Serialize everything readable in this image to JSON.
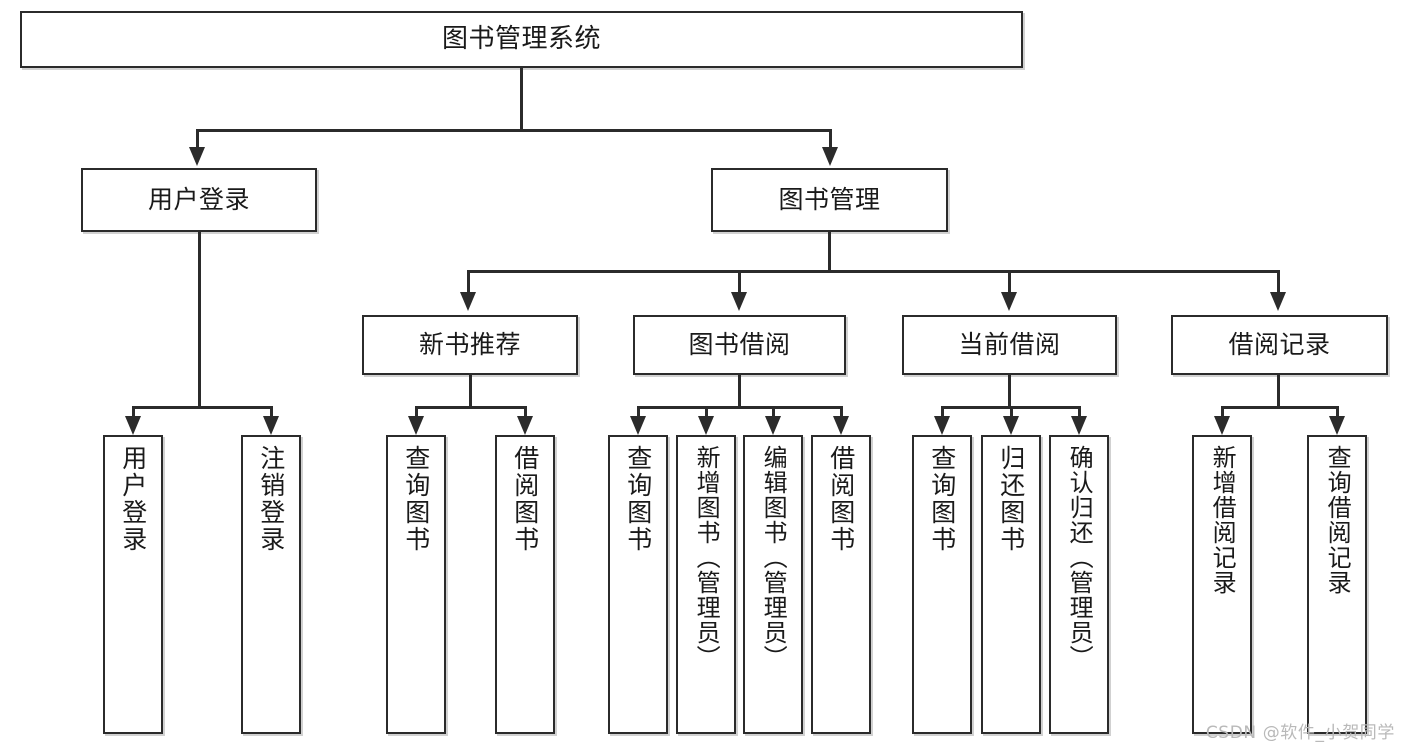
{
  "diagram": {
    "title": "图书管理系统",
    "type": "tree-hierarchy-chart",
    "watermark": "CSDN @软件_小贺同学",
    "colors": {
      "stroke": "#2b2b2b",
      "fill": "#ffffff",
      "text": "#1a1a1a",
      "watermark": "#b9b9b9"
    },
    "levels": {
      "root": {
        "label": "图书管理系统"
      },
      "level2": [
        {
          "id": "user-login",
          "label": "用户登录"
        },
        {
          "id": "book-manage",
          "label": "图书管理"
        }
      ],
      "level3": [
        {
          "id": "new-book-rec",
          "label": "新书推荐",
          "parent": "book-manage"
        },
        {
          "id": "book-borrow",
          "label": "图书借阅",
          "parent": "book-manage"
        },
        {
          "id": "current-borrow",
          "label": "当前借阅",
          "parent": "book-manage"
        },
        {
          "id": "borrow-record",
          "label": "借阅记录",
          "parent": "book-manage"
        }
      ],
      "leaves": [
        {
          "id": "leaf-user-login",
          "label": "用户登录",
          "parent": "user-login"
        },
        {
          "id": "leaf-user-logout",
          "label": "注销登录",
          "parent": "user-login"
        },
        {
          "id": "leaf-query-book-1",
          "label": "查询图书",
          "parent": "new-book-rec"
        },
        {
          "id": "leaf-borrow-book-1",
          "label": "借阅图书",
          "parent": "new-book-rec"
        },
        {
          "id": "leaf-query-book-2",
          "label": "查询图书",
          "parent": "book-borrow"
        },
        {
          "id": "leaf-add-book",
          "label": "新增图书（管理员）",
          "parent": "book-borrow"
        },
        {
          "id": "leaf-edit-book",
          "label": "编辑图书（管理员）",
          "parent": "book-borrow"
        },
        {
          "id": "leaf-borrow-book-2",
          "label": "借阅图书",
          "parent": "book-borrow"
        },
        {
          "id": "leaf-query-book-3",
          "label": "查询图书",
          "parent": "current-borrow"
        },
        {
          "id": "leaf-return-book",
          "label": "归还图书",
          "parent": "current-borrow"
        },
        {
          "id": "leaf-confirm-return",
          "label": "确认归还（管理员）",
          "parent": "current-borrow"
        },
        {
          "id": "leaf-add-record",
          "label": "新增借阅记录",
          "parent": "borrow-record"
        },
        {
          "id": "leaf-query-record",
          "label": "查询借阅记录",
          "parent": "borrow-record"
        }
      ]
    }
  }
}
